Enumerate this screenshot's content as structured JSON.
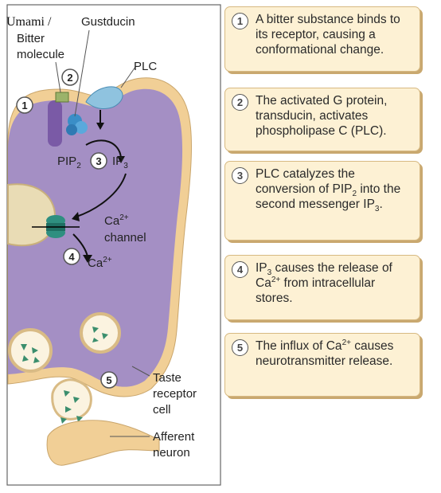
{
  "labels": {
    "umami": "Umami /",
    "bitter": "Bitter",
    "molecule": "molecule",
    "gustducin": "Gustducin",
    "plc": "PLC",
    "pip2": "PIP",
    "pip2_sub": "2",
    "ip3": "IP",
    "ip3_sub": "3",
    "ca_channel": "Ca",
    "ca_sup": "2+",
    "channel": "channel",
    "ca_ion": "Ca",
    "taste": "Taste",
    "receptor": "receptor",
    "cell": "cell",
    "afferent": "Afferent",
    "neuron": "neuron"
  },
  "badges": [
    "1",
    "2",
    "3",
    "4",
    "5"
  ],
  "steps": [
    {
      "num": "1",
      "text": "A bitter substance binds to its receptor, causing a conformational change."
    },
    {
      "num": "2",
      "text": "The activated G protein, transducin, activates phospholipase C (PLC)."
    },
    {
      "num": "3",
      "pre": "PLC catalyzes the conversion of PIP",
      "sub": "2",
      "mid": " into the second messenger IP",
      "sub2": "3",
      "post": "."
    },
    {
      "num": "4",
      "pre": "IP",
      "sub": "3",
      "mid": " causes the release of Ca",
      "sup": "2+",
      "post": " from intracellular stores."
    },
    {
      "num": "5",
      "pre": "The influx of Ca",
      "sup": "2+",
      "post": " causes neurotransmitter release."
    }
  ],
  "colors": {
    "cytoplasm": "#a48fc4",
    "membrane": "#f1cf96",
    "nucleus": "#e9dcb5",
    "receptor": "#7a5aa6",
    "gprotein": "#3a8ec7",
    "plc": "#8fc3df",
    "channel": "#2f8f80",
    "step_bg": "#fdf1d4"
  }
}
